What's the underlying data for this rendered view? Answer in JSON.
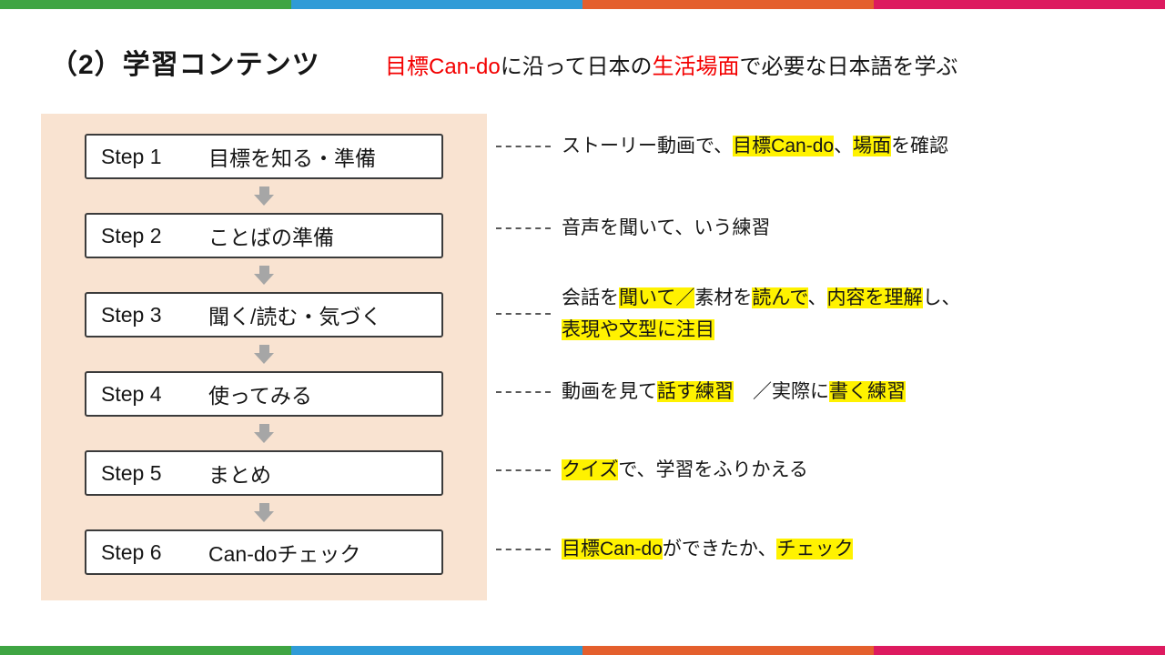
{
  "slide": {
    "title": "（2）学習コンテンツ",
    "subtitle_lines": [
      [
        {
          "t": "目標Can-do",
          "c": "red"
        },
        {
          "t": "に沿って日本の"
        },
        {
          "t": "生活場面",
          "c": "red"
        },
        {
          "t": "で必要な日本語を学ぶ"
        }
      ]
    ]
  },
  "stripe_colors": [
    "#3fa543",
    "#2f9bd7",
    "#e45f2d",
    "#dd1a5f"
  ],
  "colors": {
    "highlight_yellow": "#fff200",
    "accent_red": "#f30000",
    "panel_background": "#f9e3d1",
    "arrow_gray": "#a6a6a6",
    "box_border": "#3b3b3b",
    "connector_gray": "#595959"
  },
  "flow": {
    "steps": [
      {
        "label": "Step 1",
        "text": "目標を知る・準備"
      },
      {
        "label": "Step 2",
        "text": "ことばの準備"
      },
      {
        "label": "Step 3",
        "text": "聞く/読む・気づく"
      },
      {
        "label": "Step 4",
        "text": "使ってみる"
      },
      {
        "label": "Step 5",
        "text": "まとめ"
      },
      {
        "label": "Step 6",
        "text": "Can-doチェック"
      }
    ]
  },
  "annotations": [
    {
      "lines": [
        [
          {
            "t": "ストーリー動画で、"
          },
          {
            "t": "目標Can-do",
            "hl": true
          },
          {
            "t": "、"
          },
          {
            "t": "場面",
            "hl": true
          },
          {
            "t": "を確認"
          }
        ]
      ]
    },
    {
      "lines": [
        [
          {
            "t": "音声を聞いて、いう練習"
          }
        ]
      ]
    },
    {
      "lines": [
        [
          {
            "t": "会話を"
          },
          {
            "t": "聞いて／",
            "hl": true
          },
          {
            "t": "素材を"
          },
          {
            "t": "読んで",
            "hl": true
          },
          {
            "t": "、"
          },
          {
            "t": "内容を理解",
            "hl": true
          },
          {
            "t": "し、"
          }
        ],
        [
          {
            "t": "表現や文型に注目",
            "hl": true
          }
        ]
      ]
    },
    {
      "lines": [
        [
          {
            "t": "動画を見て"
          },
          {
            "t": "話す練習",
            "hl": true
          },
          {
            "t": "　／実際に"
          },
          {
            "t": "書く練習",
            "hl": true
          }
        ]
      ]
    },
    {
      "lines": [
        [
          {
            "t": "クイズ",
            "hl": true
          },
          {
            "t": "で、学習をふりかえる"
          }
        ]
      ]
    },
    {
      "lines": [
        [
          {
            "t": "目標Can-do",
            "hl": true
          },
          {
            "t": "ができたか、"
          },
          {
            "t": "チェック",
            "hl": true
          }
        ]
      ]
    }
  ]
}
